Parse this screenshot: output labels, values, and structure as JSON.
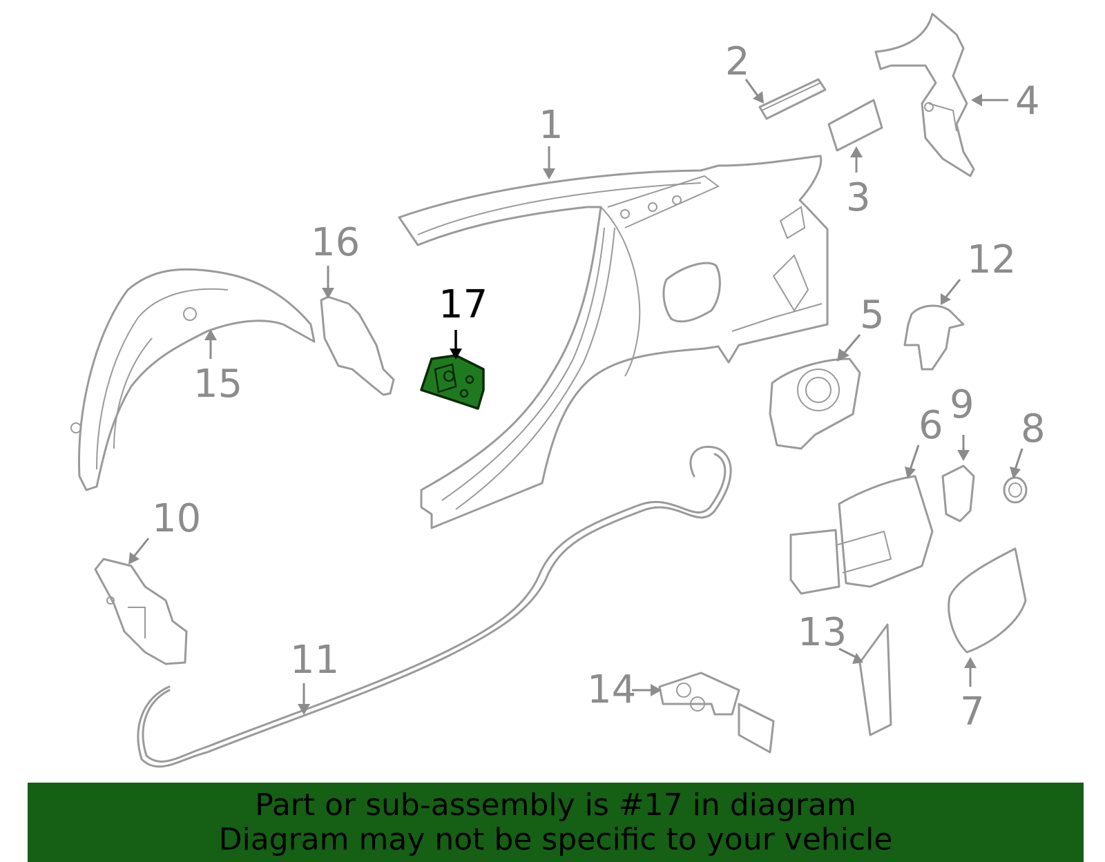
{
  "diagram": {
    "highlighted_part": "17",
    "callouts": [
      "1",
      "2",
      "3",
      "4",
      "5",
      "6",
      "7",
      "8",
      "9",
      "10",
      "11",
      "12",
      "13",
      "14",
      "15",
      "16",
      "17"
    ]
  },
  "banner": {
    "line1": "Part or sub-assembly is #17 in diagram",
    "line2": "Diagram may not be specific to your vehicle"
  },
  "colors": {
    "highlight": "#1f7a1f",
    "banner": "#156015",
    "parts_stroke": "#9a9a9a"
  }
}
